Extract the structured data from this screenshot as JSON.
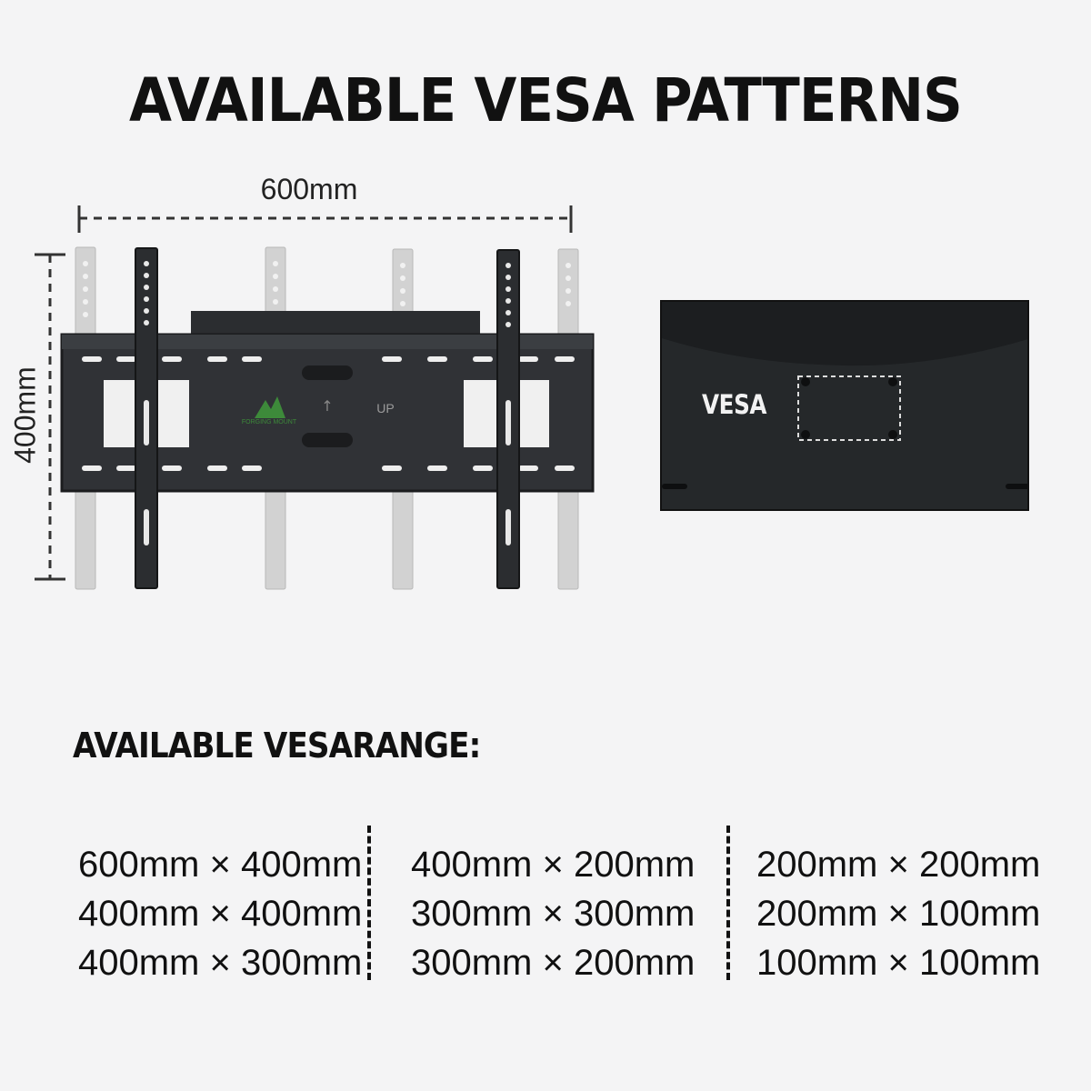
{
  "header": {
    "title": "AVAILABLE VESA PATTERNS"
  },
  "diagram": {
    "width_label": "600mm",
    "height_label": "400mm",
    "brand_text": "FORGING MOUNT",
    "up_label": "UP",
    "tv_label": "VESA"
  },
  "range": {
    "heading": "AVAILABLE VESARANGE:",
    "columns": [
      [
        "600mm × 400mm",
        "400mm × 400mm",
        "400mm × 300mm"
      ],
      [
        "400mm × 200mm",
        "300mm × 300mm",
        "300mm × 200mm"
      ],
      [
        "200mm × 200mm",
        "200mm × 100mm",
        "100mm × 100mm"
      ]
    ]
  },
  "colors": {
    "background": "#f4f4f5",
    "bracket": "#2b2d30",
    "ghost_arm": "#c8c8c8",
    "tv_panel": "#25282a",
    "brand_green": "#3d8a3a"
  }
}
